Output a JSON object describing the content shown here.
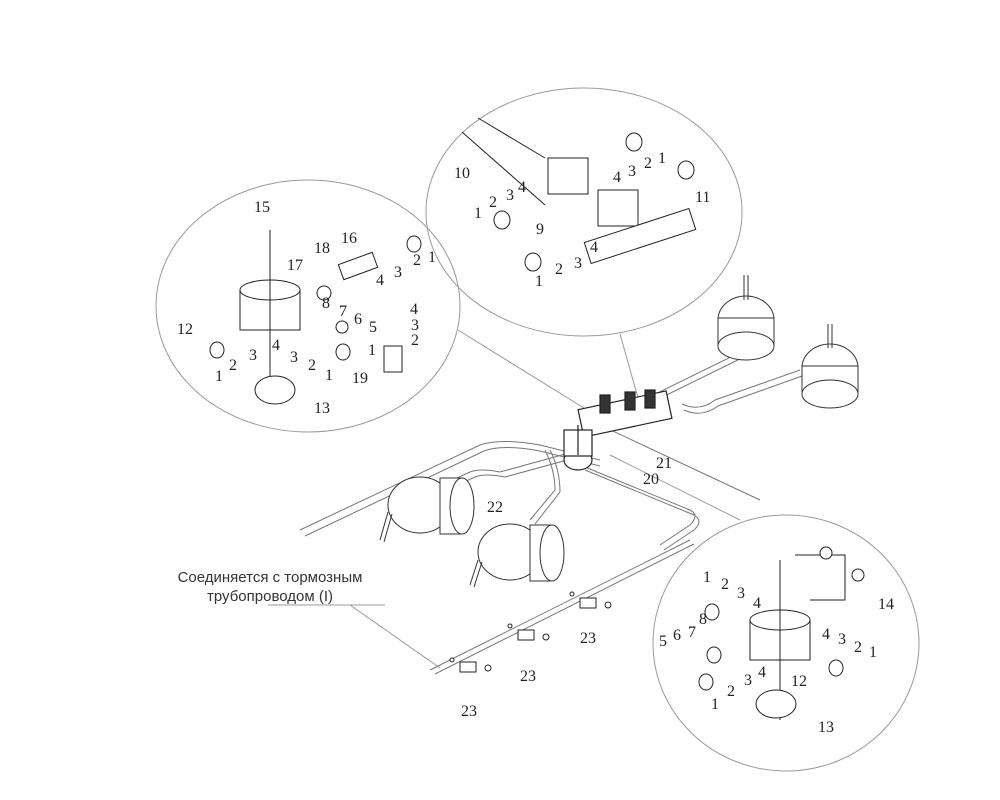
{
  "diagram": {
    "type": "exploded-assembly",
    "subject": "air brake system: chambers, valves and pipelines",
    "caption": {
      "line1": "Соединяется с тормозным",
      "line2": "трубопроводом (I)"
    },
    "detail_circles": [
      {
        "id": "left",
        "labels": [
          "15",
          "16",
          "18",
          "17",
          "1",
          "2",
          "3",
          "4",
          "12",
          "8",
          "7",
          "6",
          "5",
          "4",
          "3",
          "2",
          "1",
          "4",
          "3",
          "2",
          "1",
          "3",
          "2",
          "1",
          "19",
          "13"
        ]
      },
      {
        "id": "top",
        "labels": [
          "10",
          "1",
          "2",
          "3",
          "4",
          "9",
          "1",
          "2",
          "3",
          "4",
          "1",
          "2",
          "3",
          "4",
          "11"
        ]
      },
      {
        "id": "bottom-right",
        "labels": [
          "1",
          "2",
          "3",
          "4",
          "8",
          "7",
          "6",
          "5",
          "1",
          "2",
          "3",
          "4",
          "12",
          "13",
          "4",
          "3",
          "2",
          "1",
          "14"
        ]
      }
    ],
    "main_labels": [
      "21",
      "20",
      "22",
      "23",
      "23",
      "23"
    ]
  }
}
